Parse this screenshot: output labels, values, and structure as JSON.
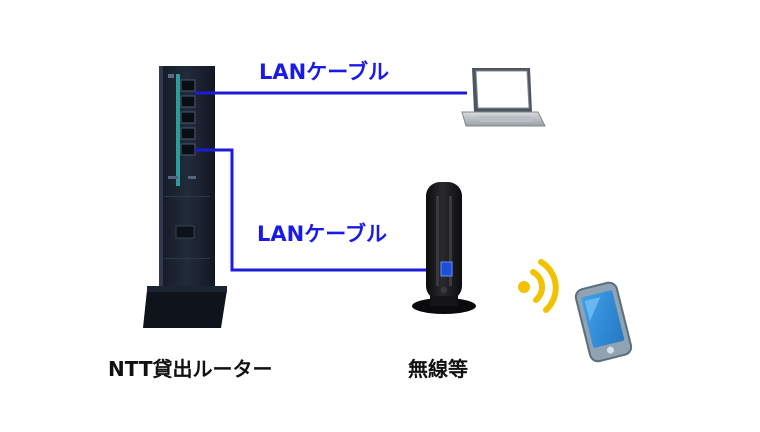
{
  "labels": {
    "cable_top": "LANケーブル",
    "cable_bottom": "LANケーブル",
    "ntt_router": "NTT貸出ルーター",
    "wireless": "無線等"
  },
  "colors": {
    "cable": "#1c1cd8",
    "cable_label": "#1a1ae6",
    "router_body": "#1b2230",
    "wifi_waves": "#f2c200",
    "phone_body": "#8fa3b3",
    "phone_screen": "#2e8fd8"
  },
  "icons": [
    "ntt-router-icon",
    "laptop-icon",
    "wireless-router-icon",
    "wifi-signal-icon",
    "smartphone-icon"
  ]
}
